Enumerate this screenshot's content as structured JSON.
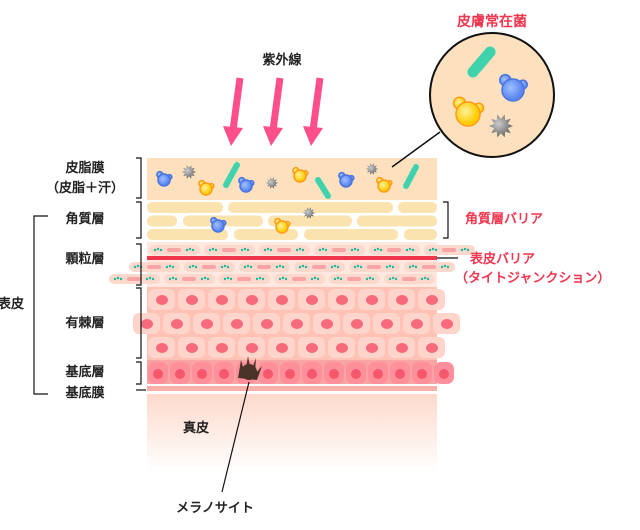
{
  "title_uv": "紫外線",
  "inset_title": "皮膚常在菌",
  "left_labels": {
    "sebum": "皮脂膜",
    "sebum_sub": "（皮脂＋汗）",
    "corneum": "角質層",
    "granular": "顆粒層",
    "spinous": "有棘層",
    "basal": "基底層",
    "membrane": "基底膜",
    "epidermis": "表皮"
  },
  "right_labels": {
    "corneum_barrier": "角質層バリア",
    "epidermis_barrier": "表皮バリア",
    "tight_junction": "（タイトジャンクション）"
  },
  "dermis": "真皮",
  "melanocyte": "メラノサイト",
  "colors": {
    "accent": "#f0364f",
    "arrow": "#ff4f8a",
    "sebum": "#fde0bd",
    "corneum": "#fbe3b0",
    "spinous": "#ffc2b4"
  }
}
